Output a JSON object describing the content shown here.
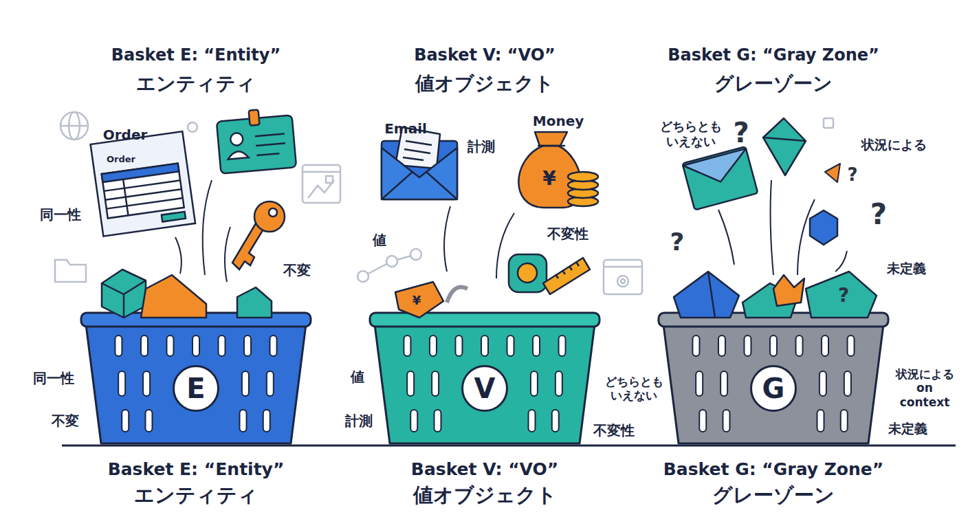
{
  "diagram": {
    "nodes": [
      {
        "text": [
          "Basket E: “Entity”",
          "エンティティ"
        ]
      },
      {
        "text": [
          "E"
        ],
        "in": 0
      },
      {
        "text": [
          "Basket V: “VO”",
          "値オブジェクト"
        ]
      },
      {
        "text": [
          "V"
        ],
        "in": 2
      },
      {
        "text": [
          "Basket G: “Gray Zone”",
          "グレーゾーン"
        ]
      },
      {
        "text": [
          "G"
        ],
        "in": 4
      }
    ],
    "labels": [
      "Order",
      "Order",
      "同一性",
      "不変",
      "同一性",
      "不変",
      "Basket E: “Entity”",
      "エンティティ",
      "Email",
      "Money",
      "¥",
      "計測",
      "値",
      "不変性",
      "¥",
      "値",
      "計測",
      "どちらとも いえない",
      "不変性",
      "Basket V: “VO”",
      "値オブジェクト",
      "どちらとも いえない",
      "状況による",
      "未定義",
      "状況による on context",
      "未定義",
      "Basket G: “Gray Zone”",
      "グレーゾーン",
      "?",
      "?",
      "?",
      "?",
      "?"
    ]
  }
}
